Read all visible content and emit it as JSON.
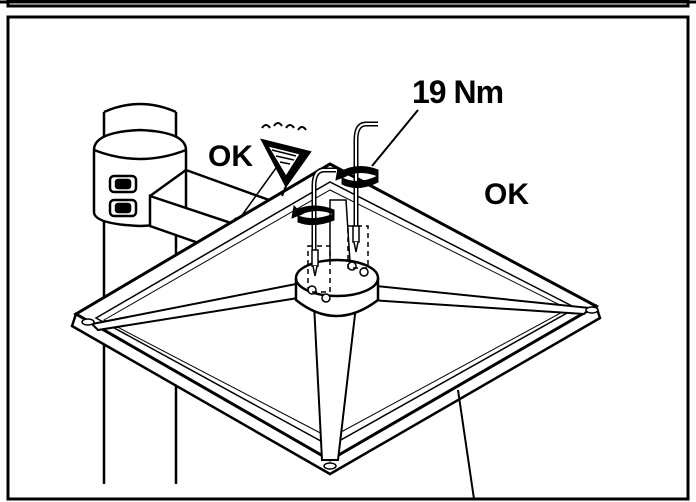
{
  "labels": {
    "torque": "19 Nm",
    "ok_left": "OK",
    "ok_right": "OK"
  },
  "colors": {
    "ink": "#000000",
    "paper": "#ffffff"
  },
  "icons": [
    "hex-key-icon",
    "rotation-arrow-icon",
    "grease-applicator-icon"
  ]
}
